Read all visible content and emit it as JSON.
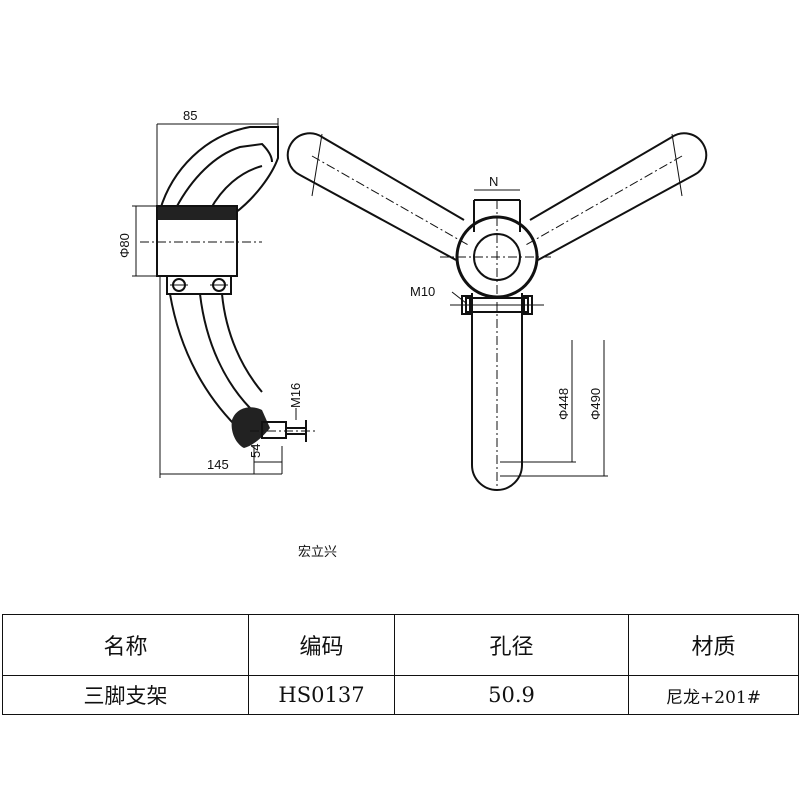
{
  "drawing": {
    "watermark": "宏立兴",
    "side_view": {
      "dim_top": "85",
      "dim_diameter": "Φ80",
      "dim_bottom": "145",
      "dim_thread": "M16",
      "dim_small": "54"
    },
    "top_view": {
      "dim_slot": "N",
      "dim_bolt": "M10",
      "dim_inner": "Φ448",
      "dim_outer": "Φ490"
    }
  },
  "table": {
    "headers": [
      "名称",
      "编码",
      "孔径",
      "材质"
    ],
    "values": [
      "三脚支架",
      "HS0137",
      "50.9",
      "尼龙+201#"
    ]
  }
}
